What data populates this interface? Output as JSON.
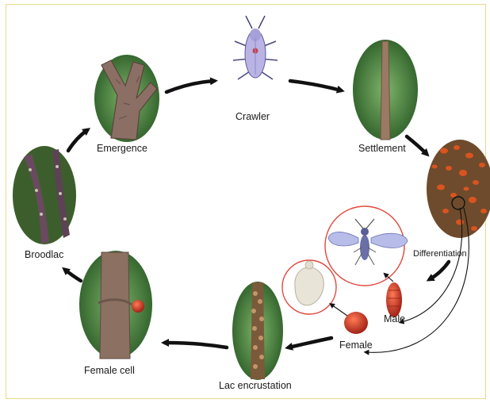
{
  "diagram": {
    "labels": {
      "crawler": "Crawler",
      "settlement": "Settlement",
      "differentiation": "Differentiation",
      "male": "Male",
      "female": "Female",
      "lac_encrustation": "Lac encrustation",
      "female_cell": "Female cell",
      "broodlac": "Broodlac",
      "emergence": "Emergence"
    },
    "colors": {
      "arrow": "#111111",
      "highlight_circle": "#e0483c",
      "lac_insect": "#c8382a",
      "bark": "#8a6a55",
      "foliage": "#3f7a3a",
      "frame_border": "#e9d98a"
    }
  }
}
